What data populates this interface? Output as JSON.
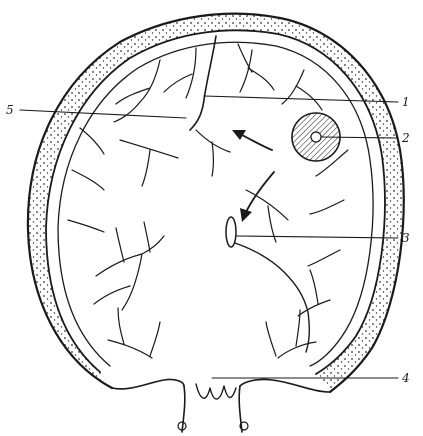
{
  "labels": [
    {
      "id": "1",
      "text": "1"
    },
    {
      "id": "2",
      "text": "2"
    },
    {
      "id": "3",
      "text": "3"
    },
    {
      "id": "4",
      "text": "4"
    },
    {
      "id": "5",
      "text": "5"
    }
  ],
  "colors": {
    "ink": "#1a1a1a",
    "bone_fill": "#f4f4f4",
    "background": "#ffffff"
  },
  "icons": [
    "skull-outline",
    "brain-vessel",
    "lesion-circle",
    "flow-arrow",
    "leader-line"
  ]
}
